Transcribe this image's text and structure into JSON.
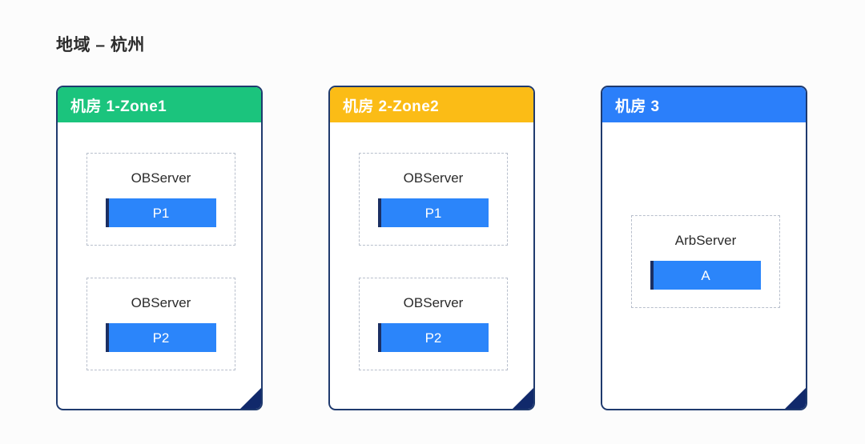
{
  "page": {
    "title": "地域 – 杭州",
    "background_color": "#fcfcfc"
  },
  "colors": {
    "card_border": "#1f3a6e",
    "fold_corner": "#11296b",
    "header_green": "#1bc47d",
    "header_amber": "#fbbc16",
    "header_blue": "#2b7ffa",
    "bar_blue": "#2b85fa",
    "bar_stripe_navy": "#1b2f63",
    "dashed_border": "#b8bfcc",
    "text_dark": "#2b2b2b",
    "text_white": "#ffffff"
  },
  "cards": [
    {
      "header_label": "机房 1-Zone1",
      "header_color": "#1bc47d",
      "servers": [
        {
          "label": "OBServer",
          "partition": "P1"
        },
        {
          "label": "OBServer",
          "partition": "P2"
        }
      ]
    },
    {
      "header_label": "机房 2-Zone2",
      "header_color": "#fbbc16",
      "servers": [
        {
          "label": "OBServer",
          "partition": "P1"
        },
        {
          "label": "OBServer",
          "partition": "P2"
        }
      ]
    },
    {
      "header_label": "机房 3",
      "header_color": "#2b7ffa",
      "servers": [
        {
          "label": "ArbServer",
          "partition": "A"
        }
      ]
    }
  ]
}
